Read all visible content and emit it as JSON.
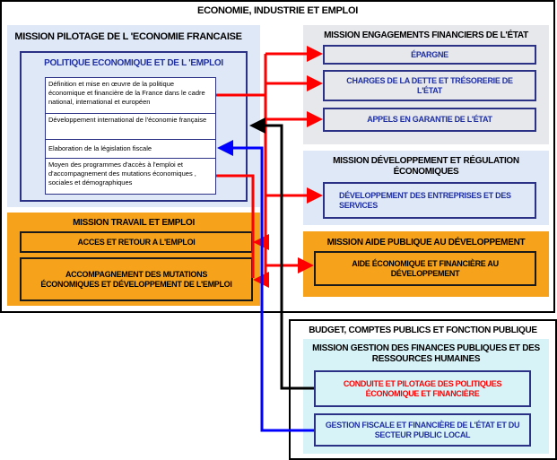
{
  "top_section": {
    "title": "ECONOMIE, INDUSTRIE ET EMPLOI"
  },
  "pilotage": {
    "title": "MISSION PILOTAGE DE L 'ECONOMIE FRANCAISE",
    "program": "POLITIQUE ECONOMIQUE ET DE L 'EMPLOI",
    "actions": [
      "Définition et mise en œuvre de la politique économique et financière de la France dans le cadre national, international et européen",
      "Développement international de l'économie française",
      "Elaboration de la législation fiscale",
      "Moyen des programmes d'accès à l'emploi et d'accompagnement des mutations économiques , sociales et démographiques"
    ]
  },
  "travail": {
    "title": "MISSION TRAVAIL ET EMPLOI",
    "programs": [
      "ACCES ET RETOUR A L'EMPLOI",
      "ACCOMPAGNEMENT DES MUTATIONS ÉCONOMIQUES ET DÉVELOPPEMENT DE L'EMPLOI"
    ]
  },
  "engagements": {
    "title": "MISSION ENGAGEMENTS FINANCIERS DE L'ÉTAT",
    "programs": [
      "ÉPARGNE",
      "CHARGES DE LA DETTE ET TRÉSORERIE DE L'ÉTAT",
      "APPELS EN GARANTIE DE L'ÉTAT"
    ]
  },
  "developpement": {
    "title": "MISSION DÉVELOPPEMENT ET RÉGULATION ÉCONOMIQUES",
    "programs": [
      "DÉVELOPPEMENT DES ENTREPRISES ET DES SERVICES"
    ]
  },
  "aide": {
    "title": "MISSION AIDE PUBLIQUE AU DÉVELOPPEMENT",
    "programs": [
      "AIDE ÉCONOMIQUE ET FINANCIÈRE AU DÉVELOPPEMENT"
    ]
  },
  "budget_section": {
    "title": "BUDGET, COMPTES PUBLICS ET FONCTION PUBLIQUE"
  },
  "gestion": {
    "title": "MISSION GESTION DES FINANCES PUBLIQUES ET DES RESSOURCES HUMAINES",
    "programs": [
      "CONDUITE ET PILOTAGE DES POLITIQUES ÉCONOMIQUE ET FINANCIÈRE",
      "GESTION FISCALE ET FINANCIÈRE DE L'ÉTAT ET DU SECTEUR PUBLIC LOCAL"
    ]
  },
  "colors": {
    "red": "#ff0000",
    "blue": "#0000ff",
    "navy": "#2b3185",
    "orange": "#f7a21b"
  }
}
